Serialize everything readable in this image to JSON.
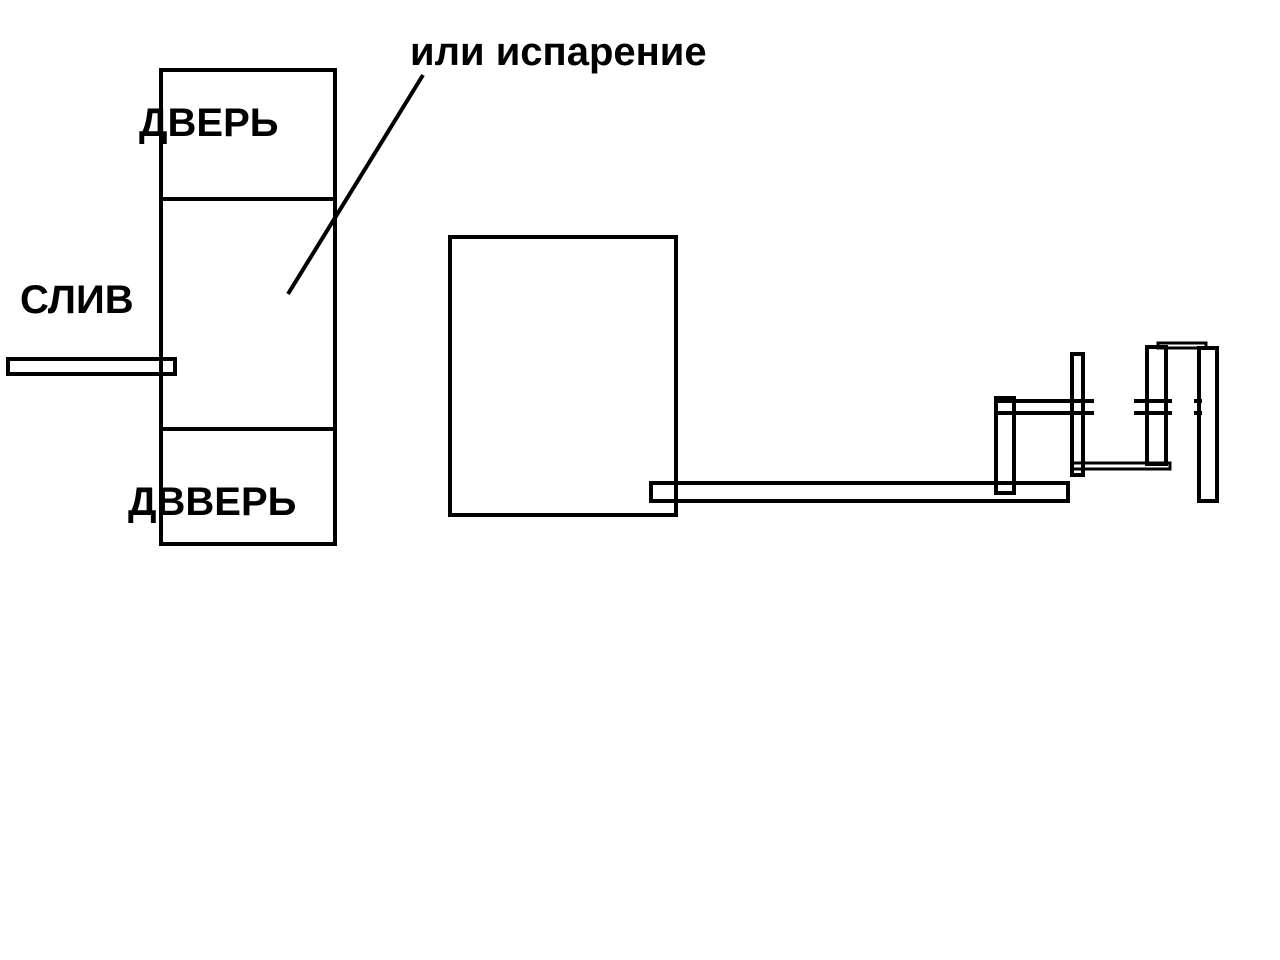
{
  "labels": {
    "door_top": "ДВЕРЬ",
    "door_bottom": "ДВВЕРЬ",
    "drain": "СЛИВ",
    "evaporation": "или испарение"
  },
  "colors": {
    "background": "#ffffff",
    "stroke": "#000000"
  }
}
